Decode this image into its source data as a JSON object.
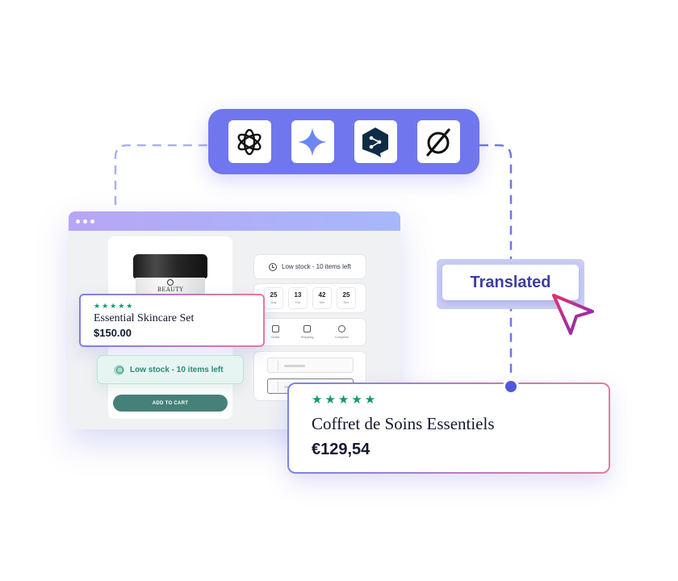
{
  "providers": [
    {
      "name": "chatgpt-icon"
    },
    {
      "name": "gemini-icon"
    },
    {
      "name": "deepl-icon"
    },
    {
      "name": "perplexity-icon"
    }
  ],
  "browser": {
    "product_image_brand": "BEAUTY",
    "add_to_cart_label": "ADD TO CART",
    "stock_label": "Low stock - 10 items left",
    "countdown": [
      {
        "value": "25",
        "unit": "Day"
      },
      {
        "value": "13",
        "unit": "Hrs"
      },
      {
        "value": "42",
        "unit": "Min"
      },
      {
        "value": "25",
        "unit": "Sec"
      }
    ],
    "steps": [
      {
        "label": "Order"
      },
      {
        "label": "Shipping"
      },
      {
        "label": "Complete"
      }
    ]
  },
  "original": {
    "stars": "★★★★★",
    "rating": 5,
    "title": "Essential Skincare Set",
    "price": "$150.00"
  },
  "stock_badge": {
    "label": "Low stock - 10 items left"
  },
  "translated_button": {
    "label": "Translated"
  },
  "translated": {
    "stars": "★★★★★",
    "rating": 5,
    "title": "Coffret de Soins Essentiels",
    "price": "€129,54"
  },
  "colors": {
    "accent": "#7076ee",
    "star_green": "#16966d",
    "cart_button": "#468179",
    "translated_text": "#3c3f9e"
  }
}
